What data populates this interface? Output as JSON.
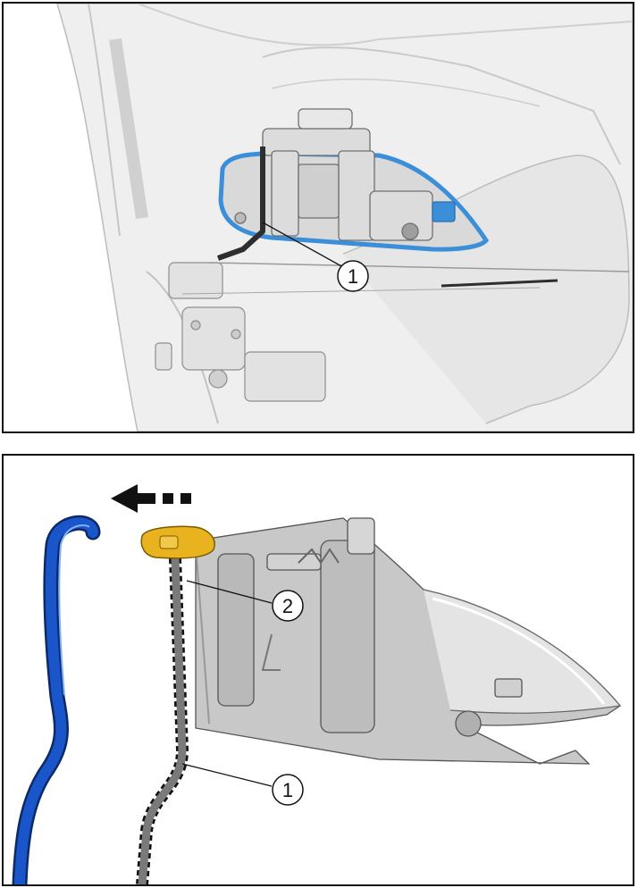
{
  "figure_top": {
    "callouts": [
      {
        "number": "1",
        "refers_to": "cable"
      }
    ],
    "colors": {
      "highlight_seal": "#3b8fd9",
      "part_gray": "#d8d8d8",
      "cable": "#3a3a3a"
    }
  },
  "figure_bottom": {
    "callouts": [
      {
        "number": "2",
        "refers_to": "cable end clip"
      },
      {
        "number": "1",
        "refers_to": "cable"
      }
    ],
    "arrow_direction": "left",
    "colors": {
      "new_cable": "#1a56c9",
      "clip": "#e8b31f",
      "housing": "#c8c8c8",
      "old_cable": "#777777"
    }
  }
}
